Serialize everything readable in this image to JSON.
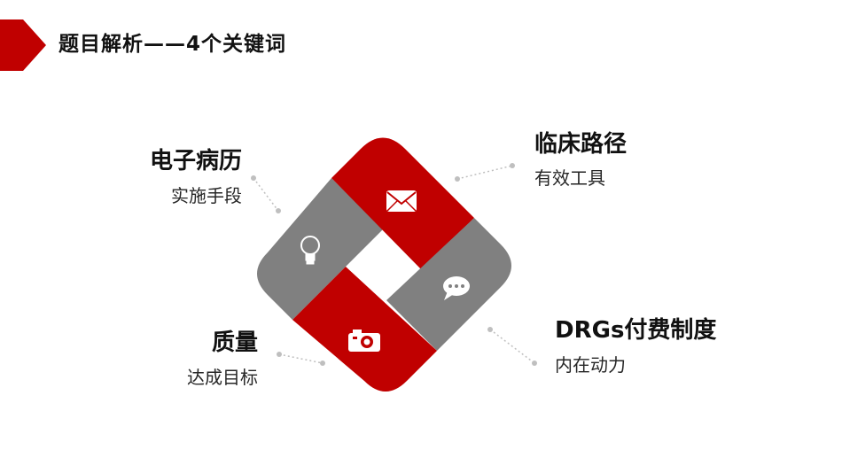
{
  "page": {
    "title": "题目解析——4个关键词"
  },
  "keywords": [
    {
      "title": "电子病历",
      "subtitle": "实施手段",
      "icon": "lightbulb-icon",
      "color": "#808080"
    },
    {
      "title": "临床路径",
      "subtitle": "有效工具",
      "icon": "envelope-icon",
      "color": "#c00000"
    },
    {
      "title": "DRGs付费制度",
      "subtitle": "内在动力",
      "icon": "chat-bubble-icon",
      "color": "#808080"
    },
    {
      "title": "质量",
      "subtitle": "达成目标",
      "icon": "camera-icon",
      "color": "#c00000"
    }
  ],
  "colors": {
    "accent": "#c00000",
    "gray": "#808080",
    "connector": "#bfbfbf"
  }
}
